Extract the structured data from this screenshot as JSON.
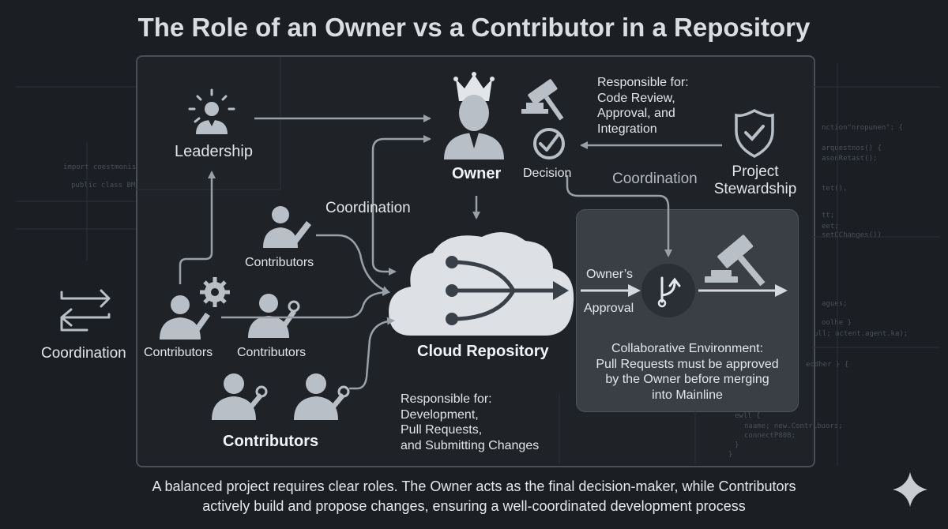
{
  "title": "The Role of an Owner vs a Contributor in a Repository",
  "labels": {
    "leadership": "Leadership",
    "owner": "Owner",
    "decision": "Decision",
    "responsible_owner": [
      "Responsible for:",
      "Code Review,",
      "Approval, and",
      "Integration"
    ],
    "project_stewardship": [
      "Project",
      "Stewardship"
    ],
    "coordination_top": "Coordination",
    "coordination_mid": "Coordination",
    "coordination_left": "Coordination",
    "contributors_a": "Contributors",
    "contributors_b": "Contributors",
    "contributors_c": "Contributors",
    "contributors_main": "Contributors",
    "cloud_repository": "Cloud Repository",
    "owners": "Owner’s",
    "approval": "Approval",
    "collab_env": [
      "Collaborative Environment:",
      "Pull Requests must be approved",
      "by the Owner before merging",
      "into Mainline"
    ],
    "responsible_contrib": [
      "Responsible for:",
      "Development,",
      "Pull Requests,",
      "and Submitting Changes"
    ]
  },
  "footer": [
    "A balanced project requires clear roles. The Owner acts as the final decision-maker, while Contributors",
    "actively build and propose changes, ensuring a well-coordinated development process"
  ],
  "code_left": [
    "import coestmonis",
    "public class BM"
  ],
  "code_right": [
    "nction\"nropunen\"; {",
    "arquestnos() {",
    "asonRetast();",
    "tet(),",
    "tt;",
    "eet;",
    "setCChanges())",
    "agues;",
    "oolhe }",
    "ull; actent.agent.ka);",
    "ecdher } {",
    "ewll {",
    "naame; new.Contribuors;",
    "connectP808;",
    "}",
    "}"
  ],
  "colors": {
    "background": "#1b1e23",
    "frame": "#1f2328",
    "environment": "#3a3f46",
    "icon": "#b9bfc6",
    "arrow": "#9aa0a7",
    "cloud": "#dde1e5"
  },
  "icons": [
    "light-bulb-leader-icon",
    "crown-owner-icon",
    "gavel-icon",
    "checkmark-circle-icon",
    "shield-check-icon",
    "contributor-pencil-icon",
    "contributor-wrench-icon",
    "gear-icon",
    "swap-arrows-icon",
    "cloud-repository-icon",
    "merge-branch-icon",
    "sparkle-icon"
  ]
}
